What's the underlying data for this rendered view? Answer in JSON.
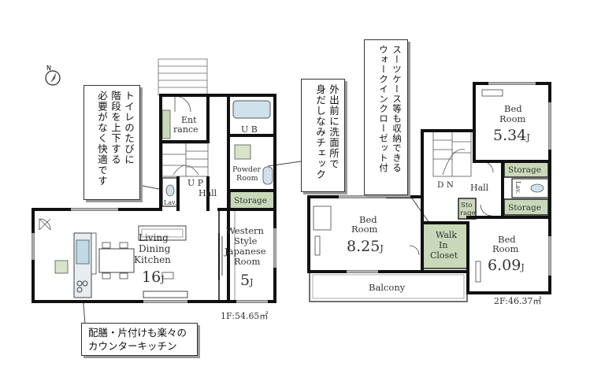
{
  "floor1": {
    "area_label": "1F:54.65㎡",
    "rooms": {
      "entrance": "Ent\nrance",
      "ub": "U B",
      "powder_room": "Powder\nRoom",
      "storage": "Storage",
      "up": "U P",
      "hall": "Hall",
      "lav": "Lav.",
      "ldk": "Living\nDining\nKitchen",
      "ldk_size": "16",
      "ldk_unit": "J",
      "western_japanese": "Western\nStyle\nJapanese\nRoom",
      "wj_size": "5",
      "wj_unit": "J"
    }
  },
  "floor2": {
    "area_label": "2F:46.37㎡",
    "rooms": {
      "bed1": "Bed\nRoom",
      "bed1_size": "5.34",
      "bed1_unit": "J",
      "storage_top": "Storage",
      "storage_mid": "Storage",
      "dn": "D N",
      "hall": "Hall",
      "lav": "Lav.",
      "sto": "Sto\nrage",
      "bed2": "Bed\nRoom",
      "bed2_size": "8.25",
      "bed2_unit": "J",
      "walk_in": "Walk\nIn\nCloset",
      "bed3": "Bed\nRoom",
      "bed3_size": "6.09",
      "bed3_unit": "J",
      "balcony": "Balcony"
    }
  },
  "compass_letter": "N",
  "callouts": {
    "toilet": [
      "トイレのたびに",
      "階段を上下する",
      "必要がなく快適です"
    ],
    "powder": [
      "外出前に洗面所で",
      "身だしなみチェック"
    ],
    "closet": [
      "スーツケース等も収納できる",
      "ウォークインクローゼット付"
    ],
    "kitchen": [
      "配膳・片付けも楽々の",
      "カウンターキッチン"
    ]
  }
}
